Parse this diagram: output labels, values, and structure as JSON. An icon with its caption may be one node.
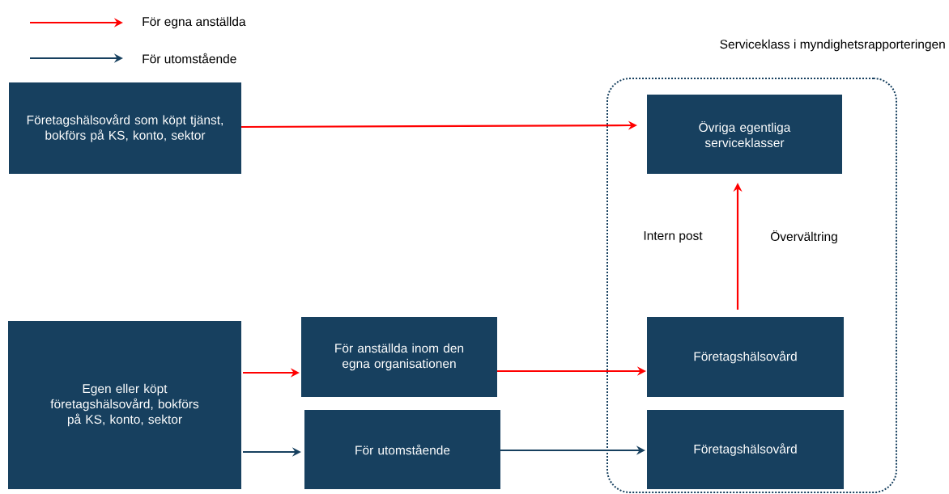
{
  "diagram": {
    "nodes": [
      {
        "text": [
          "Serviceklass i myndighetsrapporteringen"
        ]
      },
      {
        "text": [
          "Företagshälsovård som köpt tjänst, bokförs på KS, konto, sektor"
        ]
      },
      {
        "text": [
          "Övriga egentliga serviceklasser"
        ],
        "in": 0
      },
      {
        "text": [
          "Egen eller köpt företagshälsovård, bokförs på KS, konto, sektor"
        ]
      },
      {
        "text": [
          "För anställda inom den egna organisationen"
        ]
      },
      {
        "text": [
          "För utomstående"
        ]
      },
      {
        "text": [
          "Företagshälsovård"
        ],
        "in": 0
      },
      {
        "text": [
          "Företagshälsovård"
        ],
        "in": 0
      }
    ],
    "edges": [
      {
        "from": 1,
        "to": 2,
        "arrow": "to"
      },
      {
        "from": 6,
        "to": 2,
        "arrow": "to"
      },
      {
        "from": 3,
        "to": 4,
        "arrow": "to"
      },
      {
        "from": 4,
        "to": 6,
        "arrow": "to"
      },
      {
        "from": 3,
        "to": 5,
        "arrow": "to",
        "color": "#17405f"
      },
      {
        "from": 5,
        "to": 7,
        "arrow": "to",
        "color": "#17405f"
      }
    ],
    "labels": [
      "Intern post",
      "Övervältring"
    ],
    "legend": [
      {
        "text": "För egna anställda"
      },
      {
        "text": "För utomstående"
      }
    ]
  }
}
